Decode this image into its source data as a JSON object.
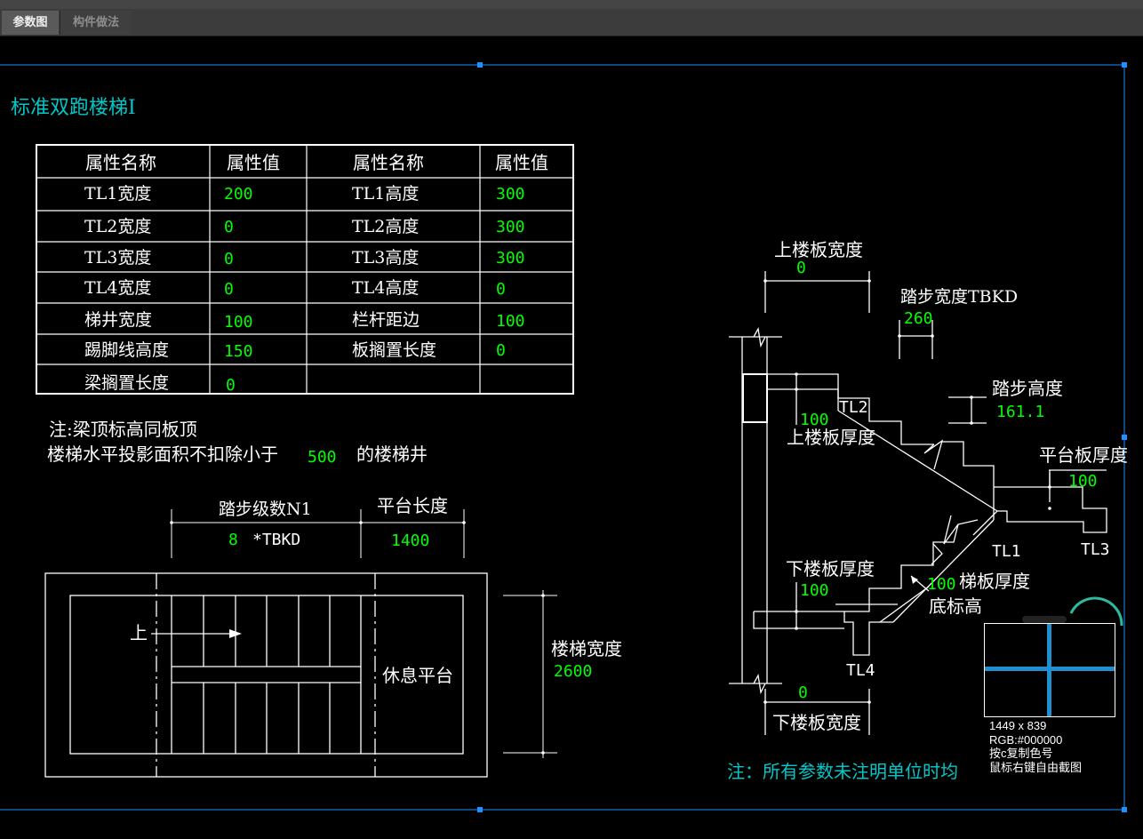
{
  "tabs": [
    {
      "label": "参数图",
      "active": true
    },
    {
      "label": "构件做法",
      "active": false
    }
  ],
  "drawing": {
    "title": "标准双跑楼梯Ⅰ",
    "table": {
      "headers": [
        "属性名称",
        "属性值",
        "属性名称",
        "属性值"
      ],
      "rows": [
        {
          "n1": "TL1宽度",
          "v1": "200",
          "n2": "TL1高度",
          "v2": "300"
        },
        {
          "n1": "TL2宽度",
          "v1": "0",
          "n2": "TL2高度",
          "v2": "300"
        },
        {
          "n1": "TL3宽度",
          "v1": "0",
          "n2": "TL3高度",
          "v2": "300"
        },
        {
          "n1": "TL4宽度",
          "v1": "0",
          "n2": "TL4高度",
          "v2": "0"
        },
        {
          "n1": "梯井宽度",
          "v1": "100",
          "n2": "栏杆距边",
          "v2": "100"
        },
        {
          "n1": "踢脚线高度",
          "v1": "150",
          "n2": "板搁置长度",
          "v2": "0"
        },
        {
          "n1": "梁搁置长度",
          "v1": "0",
          "n2": "",
          "v2": ""
        }
      ]
    },
    "note1": "注:梁顶标高同板顶",
    "note2_prefix": "楼梯水平投影面积不扣除小于",
    "note2_value": "500",
    "note2_suffix": "的楼梯井",
    "plan": {
      "step_count_label": "踏步级数N1",
      "step_count_value": "8",
      "step_count_suffix": "*TBKD",
      "platform_length_label": "平台长度",
      "platform_length_value": "1400",
      "up_label": "上",
      "landing_label": "休息平台",
      "stair_width_label": "楼梯宽度",
      "stair_width_value": "2600"
    },
    "section": {
      "upper_slab_width_label": "上楼板宽度",
      "upper_slab_width_value": "0",
      "tread_width_label": "踏步宽度TBKD",
      "tread_width_value": "260",
      "riser_height_label": "踏步高度",
      "riser_height_value": "161.1",
      "tl2": "TL2",
      "upper_slab_thickness_value": "100",
      "upper_slab_thickness_label": "上楼板厚度",
      "platform_thickness_label": "平台板厚度",
      "platform_thickness_value": "100",
      "tl1": "TL1",
      "tl3": "TL3",
      "lower_slab_thickness_label": "下楼板厚度",
      "lower_slab_thickness_value": "100",
      "stair_slab_thickness_value": "100",
      "stair_slab_thickness_label": "梯板厚度",
      "bottom_elevation_label": "底标高",
      "tl4": "TL4",
      "lower_slab_width_value": "0",
      "lower_slab_width_label": "下楼板宽度"
    },
    "footnote": "注：所有参数未注明单位时均"
  },
  "magnifier": {
    "size": "1449 x 839",
    "rgb": "RGB:#000000",
    "copy_hint": "按c复制色号",
    "screenshot_hint": "鼠标右键自由截图"
  },
  "colors": {
    "line": "#ffffff",
    "value": "#00ff00",
    "title": "#00c8c8",
    "selection": "#1e90ff",
    "magnifier_cross": "#1f8fd0"
  }
}
